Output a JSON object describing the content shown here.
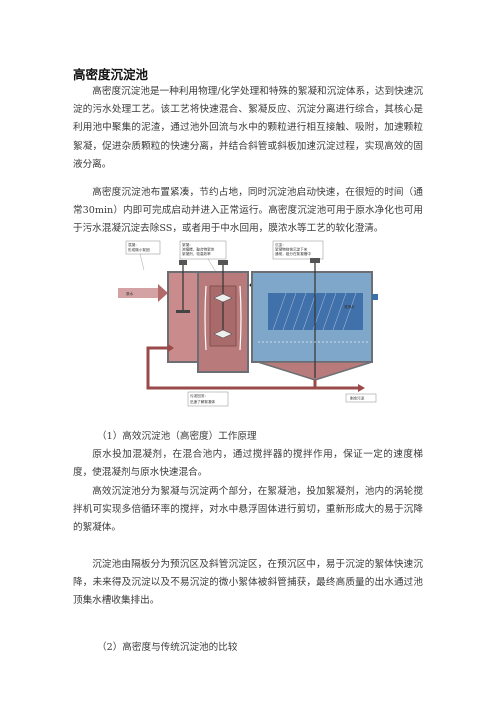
{
  "document": {
    "title": "高密度沉淀池",
    "paragraphs": [
      "高密度沉淀池是一种利用物理/化学处理和特殊的絮凝和沉淀体系，达到快速沉淀的污水处理工艺。该工艺将快速混合、絮凝反应、沉淀分离进行综合，其核心是利用池中聚集的泥渣，通过池外回流与水中的颗粒进行相互接触、吸附，加速颗粒絮凝，促进杂质颗粒的快速分离，并结合斜管或斜板加速沉淀过程，实现高效的固液分离。",
      "高密度沉淀池布置紧凑，节约占地，同时沉淀池启动快速，在很短的时间（通常30min）内即可完成启动并进入正常运行。高密度沉淀池可用于原水净化也可用于污水混凝沉淀去除SS，或者用于中水回用，膜浓水等工艺的软化澄清。"
    ],
    "section1_heading": "（1）高效沉淀池（高密度）工作原理",
    "section1_paragraphs": [
      "原水投加混凝剂，在混合池内，通过搅拌器的搅拌作用，保证一定的速度梯度，使混凝剂与原水快速混合。",
      "高效沉淀池分为絮凝与沉淀两个部分，在絮凝池，投加絮凝剂，池内的涡轮搅拌机可实现多倍循环率的搅拌，对水中悬浮固体进行剪切，重新形成大的易于沉降的絮凝体。",
      "沉淀池由隔板分为预沉区及斜管沉淀区，在预沉区中，易于沉淀的絮体快速沉降，未来得及沉淀以及不易沉淀的微小絮体被斜管捕获，最终高质量的出水通过池顶集水槽收集排出。"
    ],
    "section2_heading": "（2）高密度与传统沉淀池的比较"
  },
  "diagram": {
    "label_coagulant": "混凝：\n形成微小絮团",
    "label_flocculation": "絮凝：\n浓缩搅，聚合物絮体\n絮凝剂，较高效率",
    "label_settling": "沉淀：\n絮凝物绕快沉淀下来\n通常，组分在絮凝槽中",
    "label_inlet": "原水",
    "label_outlet": "澄清水",
    "label_sludge_return": "污泥回流：\n迅速了解絮凝体",
    "label_sludge_out": "剩余污泥",
    "colors": {
      "tank_wall": "#6b6f74",
      "mix_water": "#c98b8b",
      "floc_water": "#b87a7a",
      "settle_water": "#7fa7c9",
      "pipe_red": "#9a4a4a",
      "pipe_blue": "#3a6fa8",
      "tube_settler": "#2b5fa0"
    }
  }
}
